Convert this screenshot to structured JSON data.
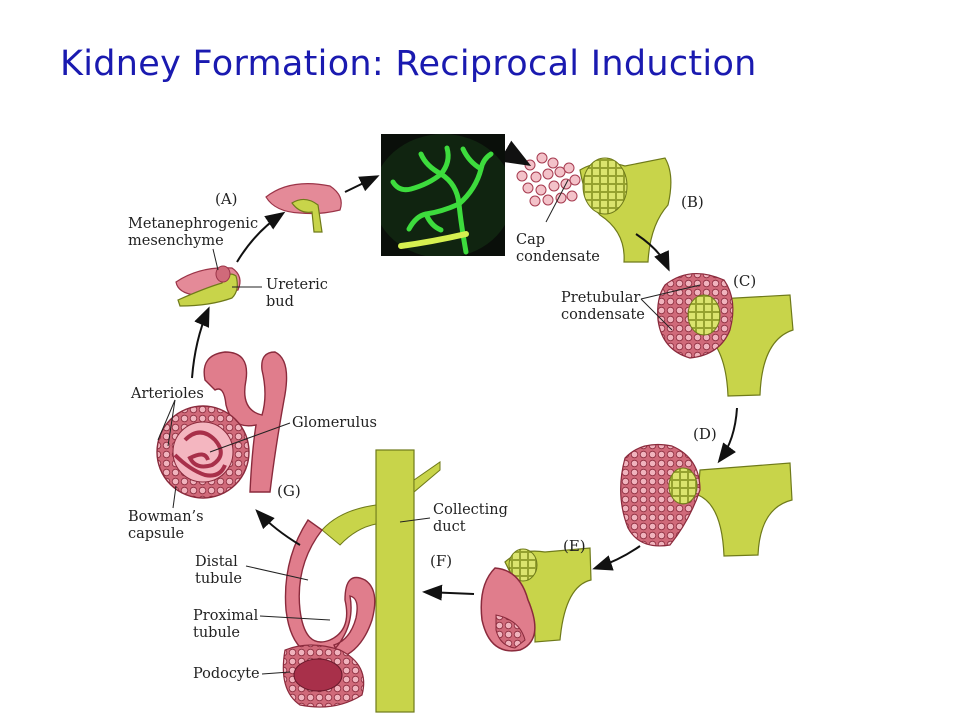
{
  "title": "Kidney Formation: Reciprocal Induction",
  "panels": {
    "a": "(A)",
    "b": "(B)",
    "c": "(C)",
    "d": "(D)",
    "e": "(E)",
    "f": "(F)",
    "g": "(G)"
  },
  "labels": {
    "metanephrogenic_1": "Metanephrogenic",
    "metanephrogenic_2": "mesenchyme",
    "ureteric_1": "Ureteric",
    "ureteric_2": "bud",
    "cap_1": "Cap",
    "cap_2": "condensate",
    "pretubular_1": "Pretubular",
    "pretubular_2": "condensate",
    "arterioles": "Arterioles",
    "glomerulus": "Glomerulus",
    "bowmans_1": "Bowman’s",
    "bowmans_2": "capsule",
    "collecting_1": "Collecting",
    "collecting_2": "duct",
    "distal_1": "Distal",
    "distal_2": "tubule",
    "proximal_1": "Proximal",
    "proximal_2": "tubule",
    "podocyte": "Podocyte"
  },
  "colors": {
    "title": "#1a1ab0",
    "epithelium": "#c8d44a",
    "mesenchyme": "#d9707f",
    "micrograph_stain": "#3ddc3d"
  }
}
